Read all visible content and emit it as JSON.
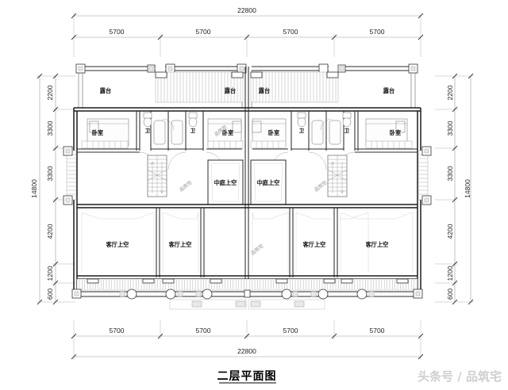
{
  "drawing": {
    "title": "二层平面图",
    "watermark": "头条号 / 品筑宅",
    "stamp": "品筑宅",
    "units": "mm"
  },
  "dimensions": {
    "top": {
      "overall": "22800",
      "bays": [
        "5700",
        "5700",
        "5700",
        "5700"
      ]
    },
    "bottom": {
      "overall": "22800",
      "bays": [
        "5700",
        "5700",
        "5700",
        "5700"
      ]
    },
    "left": {
      "overall": "14800",
      "segments": [
        "2200",
        "3300",
        "3300",
        "4200",
        "1200",
        "600"
      ]
    },
    "right": {
      "overall": "14800",
      "segments": [
        "2200",
        "3300",
        "3300",
        "4200",
        "1200",
        "600"
      ]
    }
  },
  "rooms": {
    "terrace": "露台",
    "bedroom": "卧室",
    "bathroom": "卫",
    "atrium_void": "中庭上空",
    "living_void": "客厅上空"
  },
  "labels": {
    "terraces": [
      "露台",
      "露台",
      "露台",
      "露台"
    ],
    "bedrooms": [
      "卧室",
      "卧室",
      "卧室",
      "卧室"
    ],
    "bathrooms": [
      "卫",
      "卫",
      "卫",
      "卫"
    ],
    "atriums": [
      "中庭上空",
      "中庭上空"
    ],
    "livings": [
      "客厅上空",
      "客厅上空",
      "客厅上空",
      "客厅上空"
    ]
  },
  "colors": {
    "paper": "#ffffff",
    "ink": "#1b1b1b",
    "dim": "#9a9a9a",
    "watermark": "#cfcfcf"
  }
}
